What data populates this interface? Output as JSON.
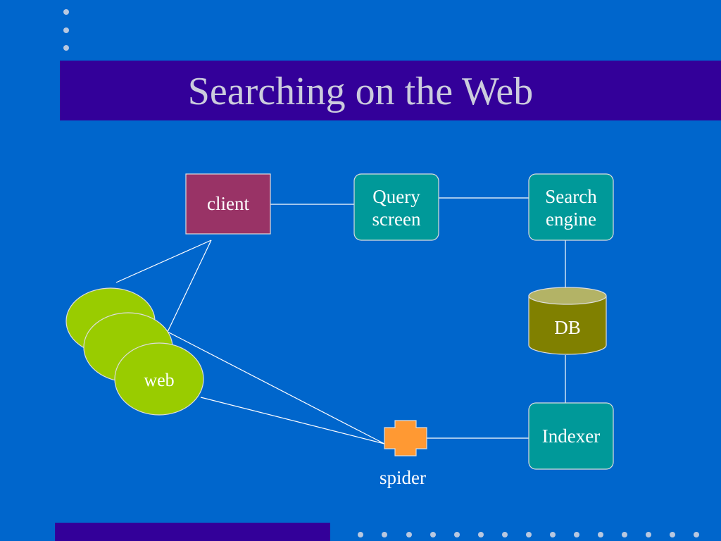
{
  "slide": {
    "title": "Searching on the Web"
  },
  "diagram": {
    "nodes": {
      "client": "client",
      "query_screen": "Query\nscreen",
      "search_engine": "Search\nengine",
      "db": "DB",
      "indexer": "Indexer",
      "web": "web",
      "spider": "spider"
    },
    "colors": {
      "background": "#0066cc",
      "title_band": "#330099",
      "title_text": "#ccccdd",
      "client": "#993366",
      "process_box": "#009999",
      "db": "#808000",
      "db_top": "#b3b366",
      "web": "#99cc00",
      "spider": "#ff9933",
      "connector": "#ffffff"
    }
  }
}
